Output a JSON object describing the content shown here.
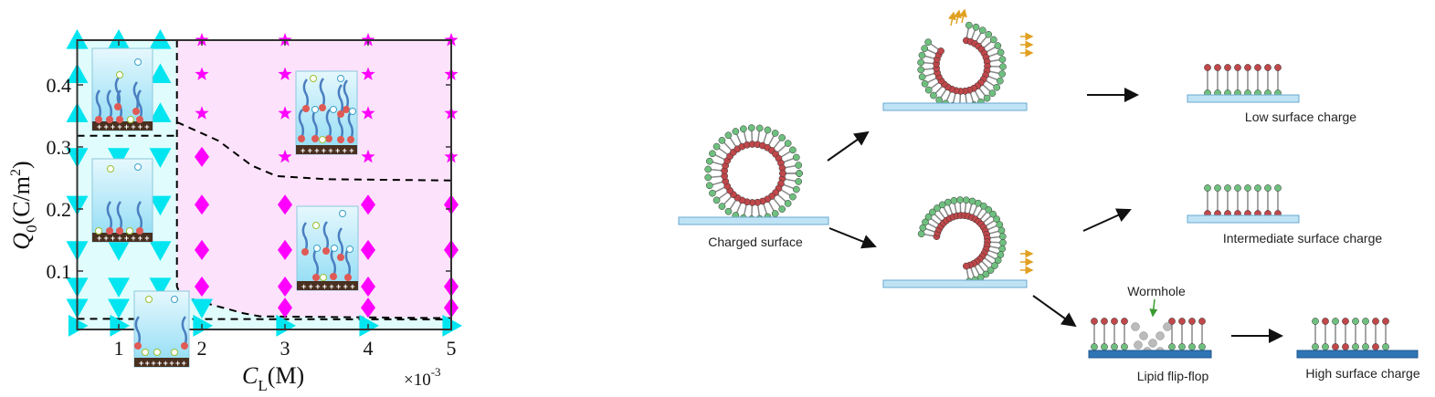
{
  "chart_data": {
    "type": "scatter",
    "title": "",
    "xlabel_main": "C",
    "xlabel_sub": "L",
    "xlabel_unit": "(M)",
    "x_multiplier_base": "×10",
    "x_multiplier_exp": "-3",
    "ylabel_main": "Q",
    "ylabel_sub": "0",
    "ylabel_unit": "(C/m",
    "ylabel_exp": "2",
    "ylabel_close": ")",
    "xlim": [
      0.5,
      5
    ],
    "ylim": [
      0.005,
      0.472
    ],
    "xticks": [
      "1",
      "2",
      "3",
      "4",
      "5"
    ],
    "yticks": [
      "0.1",
      "0.2",
      "0.3",
      "0.4"
    ],
    "colors": {
      "cyan": "#00e5f0",
      "magenta": "#ff00ff",
      "cyan_region": "#e0fcfd",
      "pink_region": "#fde2fb"
    },
    "series": [
      {
        "name": "up-triangle",
        "marker": "triangle-up",
        "color": "#00e5f0",
        "points": [
          [
            0.5,
            0.472
          ],
          [
            1,
            0.472
          ],
          [
            1.5,
            0.472
          ],
          [
            0.5,
            0.417
          ],
          [
            1.5,
            0.417
          ],
          [
            0.5,
            0.354
          ],
          [
            1.5,
            0.354
          ]
        ]
      },
      {
        "name": "down-triangle",
        "marker": "triangle-down",
        "color": "#00e5f0",
        "points": [
          [
            0.5,
            0.284
          ],
          [
            1,
            0.284
          ],
          [
            1.5,
            0.284
          ],
          [
            0.5,
            0.207
          ],
          [
            1.5,
            0.207
          ],
          [
            0.5,
            0.134
          ],
          [
            1,
            0.134
          ],
          [
            1.5,
            0.134
          ],
          [
            0.5,
            0.075
          ],
          [
            1,
            0.075
          ],
          [
            1.5,
            0.075
          ],
          [
            0.5,
            0.041
          ],
          [
            1,
            0.041
          ],
          [
            2,
            0.041
          ]
        ]
      },
      {
        "name": "right-triangle",
        "marker": "triangle-right",
        "color": "#00e5f0",
        "points": [
          [
            0.5,
            0.012
          ],
          [
            1,
            0.012
          ],
          [
            2,
            0.012
          ],
          [
            3,
            0.012
          ],
          [
            4,
            0.012
          ],
          [
            5,
            0.012
          ]
        ]
      },
      {
        "name": "star",
        "marker": "star",
        "color": "#ff00ff",
        "points": [
          [
            2,
            0.472
          ],
          [
            3,
            0.472
          ],
          [
            4,
            0.472
          ],
          [
            5,
            0.472
          ],
          [
            2,
            0.417
          ],
          [
            3,
            0.417
          ],
          [
            4,
            0.417
          ],
          [
            5,
            0.417
          ],
          [
            2,
            0.354
          ],
          [
            3,
            0.354
          ],
          [
            4,
            0.354
          ],
          [
            5,
            0.354
          ],
          [
            3,
            0.284
          ],
          [
            4,
            0.284
          ],
          [
            5,
            0.284
          ]
        ]
      },
      {
        "name": "diamond",
        "marker": "diamond",
        "color": "#ff00ff",
        "points": [
          [
            2,
            0.284
          ],
          [
            2,
            0.207
          ],
          [
            3,
            0.207
          ],
          [
            4,
            0.207
          ],
          [
            5,
            0.207
          ],
          [
            2,
            0.134
          ],
          [
            3,
            0.134
          ],
          [
            4,
            0.134
          ],
          [
            5,
            0.134
          ],
          [
            2,
            0.075
          ],
          [
            3,
            0.075
          ],
          [
            4,
            0.075
          ],
          [
            5,
            0.075
          ],
          [
            3,
            0.041
          ],
          [
            4,
            0.041
          ],
          [
            5,
            0.041
          ]
        ]
      }
    ],
    "boundaries": [
      {
        "name": "vertical",
        "points": [
          [
            1.7,
            0.472
          ],
          [
            1.7,
            0.075
          ],
          [
            1.75,
            0.06
          ],
          [
            2.0,
            0.05
          ],
          [
            2.5,
            0.032
          ],
          [
            2.7,
            0.027
          ],
          [
            3.5,
            0.026
          ],
          [
            5,
            0.024
          ]
        ]
      },
      {
        "name": "upper-left",
        "points": [
          [
            0.5,
            0.318
          ],
          [
            1.7,
            0.318
          ]
        ]
      },
      {
        "name": "upper-right",
        "points": [
          [
            1.7,
            0.34
          ],
          [
            2.2,
            0.31
          ],
          [
            2.6,
            0.27
          ],
          [
            2.9,
            0.253
          ],
          [
            3.5,
            0.248
          ],
          [
            5,
            0.246
          ]
        ]
      },
      {
        "name": "bottom",
        "points": [
          [
            0.5,
            0.023
          ],
          [
            5,
            0.022
          ]
        ]
      }
    ]
  },
  "diagram": {
    "labels": {
      "charged_surface": "Charged surface",
      "low": "Low surface charge",
      "intermediate": "Intermediate surface charge",
      "wormhole": "Wormhole",
      "flipflop": "Lipid flip-flop",
      "high": "High surface charge"
    },
    "colors": {
      "green": "#6fbf7f",
      "red": "#c0474a",
      "surface": "#bfe3f5",
      "surface_dark": "#2f74b5",
      "arrow": "#111111",
      "orange": "#e0a020",
      "gray": "#bbbbbb"
    }
  }
}
